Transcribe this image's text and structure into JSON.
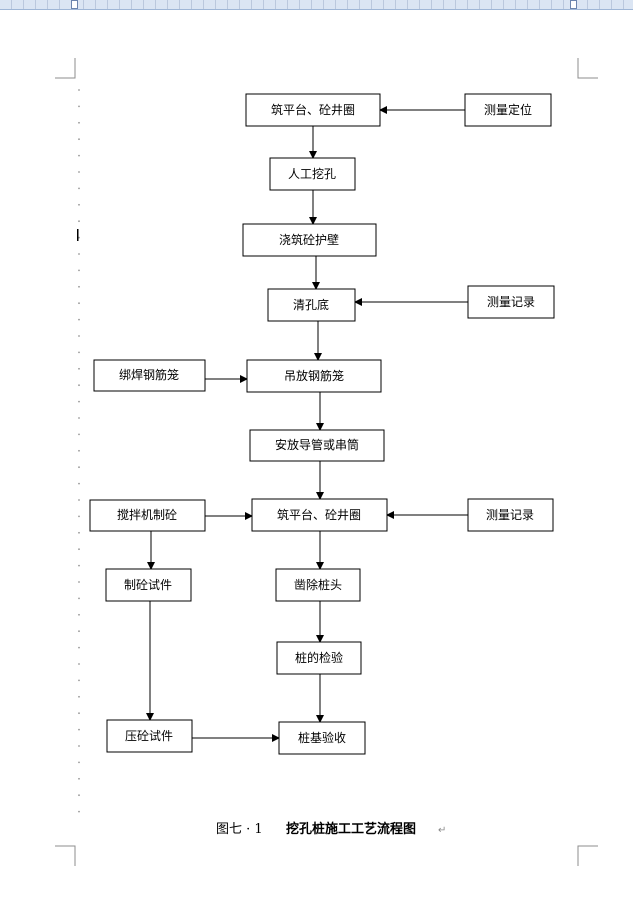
{
  "diagram": {
    "nodes": {
      "n1": "筑平台、砼井圈",
      "n2": "测量定位",
      "n3": "人工挖孔",
      "n4": "浇筑砼护壁",
      "n5": "清孔底",
      "n6": "测量记录",
      "n7": "绑焊钢筋笼",
      "n8": "吊放钢筋笼",
      "n9": "安放导管或串筒",
      "n10": "搅拌机制砼",
      "n11": "筑平台、砼井圈",
      "n12": "测量记录",
      "n13": "制砼试件",
      "n14": "凿除桩头",
      "n15": "桩的检验",
      "n16": "压砼试件",
      "n17": "桩基验收"
    },
    "edges": [
      [
        "n2",
        "n1"
      ],
      [
        "n1",
        "n3"
      ],
      [
        "n3",
        "n4"
      ],
      [
        "n4",
        "n5"
      ],
      [
        "n6",
        "n5"
      ],
      [
        "n5",
        "n8"
      ],
      [
        "n7",
        "n8"
      ],
      [
        "n8",
        "n9"
      ],
      [
        "n9",
        "n11"
      ],
      [
        "n10",
        "n11"
      ],
      [
        "n12",
        "n11"
      ],
      [
        "n10",
        "n13"
      ],
      [
        "n11",
        "n14"
      ],
      [
        "n14",
        "n15"
      ],
      [
        "n15",
        "n17"
      ],
      [
        "n13",
        "n16"
      ],
      [
        "n16",
        "n17"
      ]
    ]
  },
  "caption": {
    "label": "图七 · 1",
    "title": "挖孔桩施工工艺流程图"
  }
}
